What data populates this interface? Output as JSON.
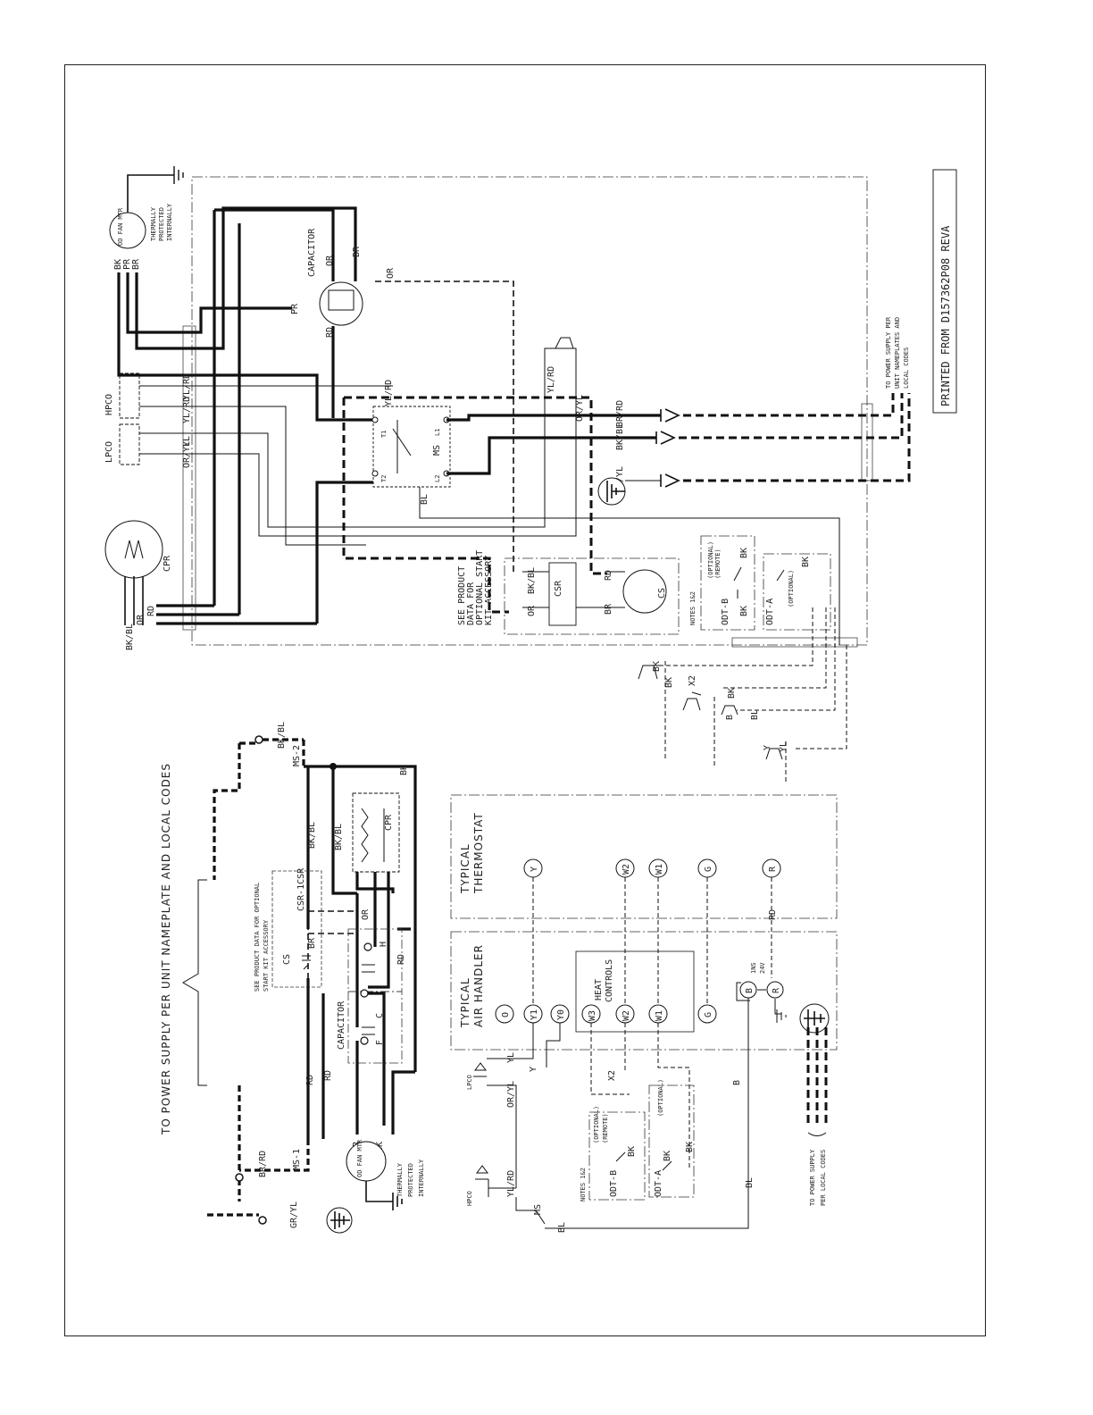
{
  "printed_note": "PRINTED FROM D157362P08 REVA",
  "pictorial": {
    "fan_motor": {
      "name": "OD FAN MTR",
      "wires": [
        "BK",
        "PR",
        "BR"
      ],
      "note": [
        "THERMALLY",
        "PROTECTED",
        "INTERNALLY"
      ]
    },
    "capacitor": {
      "name": "CAPACITOR",
      "wires": {
        "or": "OR",
        "br": "BR",
        "rd": "RD",
        "pr": "PR"
      }
    },
    "or_wire": "OR",
    "hpco": {
      "name": "HPCO",
      "wires": [
        "YL/RD",
        "YL/RD"
      ]
    },
    "lpco": {
      "name": "LPCO",
      "wires": [
        "YL",
        "OR/YL"
      ]
    },
    "cpr": {
      "name": "CPR",
      "wires": [
        "BK/BL",
        "OR",
        "RD"
      ]
    },
    "contactor": {
      "name": "MS",
      "terminals": [
        "T1",
        "T2",
        "L1",
        "L2"
      ]
    },
    "ms_wires": {
      "ylrd": "YL/RD",
      "bl": "BL"
    },
    "or_yl": "OR/YL",
    "yl_rd": "YL/RD",
    "power": {
      "wires": [
        "BR/RD",
        "BK/BL",
        "GR/YL"
      ],
      "note": [
        "TO POWER SUPPLY PER",
        "UNIT NAMEPLATES AND",
        "LOCAL CODES"
      ]
    },
    "start_kit": {
      "note": [
        "SEE PRODUCT",
        "DATA FOR",
        "OPTIONAL START",
        "KIT ACCESSORY"
      ],
      "csr": "CSR",
      "cs": "CS",
      "wires": [
        "BK/BL",
        "OR",
        "BR",
        "RD"
      ]
    },
    "odt_b": {
      "name": "ODT-B",
      "note": [
        "(OPTIONAL)",
        "(REMOTE)"
      ],
      "notes_ref": "NOTES 1&2",
      "wire": "BK"
    },
    "odt_a": {
      "name": "ODT-A",
      "note": "(OPTIONAL)",
      "wire": "BK"
    },
    "field": {
      "bk1": "BK",
      "bk2": "BK",
      "x2": "X2",
      "bk3": "BK",
      "b": "B",
      "bl": "BL",
      "y": "Y",
      "yl": "YL"
    }
  },
  "schematic": {
    "supply_note": "TO POWER SUPPLY PER UNIT NAMEPLATE AND LOCAL CODES",
    "ms2": "MS-2",
    "bkbl_top": "BK/BL",
    "bk_top": "BK",
    "cpr": "CPR",
    "bkbl_a": "BK/BL",
    "bkbl_b": "BK/BL",
    "start_kit_note": [
      "SEE PRODUCT DATA FOR OPTIONAL",
      "START KIT ACCESSORY"
    ],
    "cs": "CS",
    "csr_label": "CSR-1CSR",
    "br": "BR",
    "or": "OR",
    "h": "H",
    "rd_right": "RD",
    "capacitor": "CAPACITOR",
    "cap_c": "C",
    "cap_f": "F",
    "rd_a": "RD",
    "rd_b": "RD",
    "ms1": "MS-1",
    "brrd": "BR/RD",
    "fan": {
      "name": "OD FAN MTR",
      "wires": [
        "BR",
        "PR",
        "BK"
      ],
      "note": [
        "THERMALLY",
        "PROTECTED",
        "INTERNALLY"
      ]
    },
    "gr_yl": "GR/YL",
    "thermostat": {
      "title": [
        "TYPICAL",
        "THERMOSTAT"
      ],
      "terminals": [
        "Y",
        "W2",
        "W1",
        "G",
        "R"
      ],
      "rd_label": "RD"
    },
    "air_handler": {
      "title": [
        "TYPICAL",
        "AIR HANDLER"
      ],
      "terminals_a": [
        "O",
        "Y1",
        "Y0"
      ],
      "heat": [
        "HEAT",
        "CONTROLS"
      ],
      "terminals_b": [
        "W3",
        "W2",
        "W1",
        "G"
      ],
      "b": "B",
      "r": "R",
      "trans": [
        "1NS",
        "24V"
      ]
    },
    "lpco": "LPCO",
    "oryl": "OR/YL",
    "yl": "YL",
    "y": "Y",
    "x2": "X2",
    "odt_b": {
      "name": "ODT-B",
      "note": [
        "(OPTIONAL)",
        "(REMOTE)"
      ],
      "notes_ref": "NOTES 1&2",
      "wire": "BK"
    },
    "odt_a": {
      "name": "ODT-A",
      "note": "(OPTIONAL)",
      "wire": "BK"
    },
    "b": "B",
    "bl": "BL",
    "hpco": "HPCO",
    "ylrd": "YL/RD",
    "ms": "MS",
    "bl_ms": "BL",
    "bottom_supply": [
      "TO POWER SUPPLY",
      "PER LOCAL CODES"
    ]
  }
}
